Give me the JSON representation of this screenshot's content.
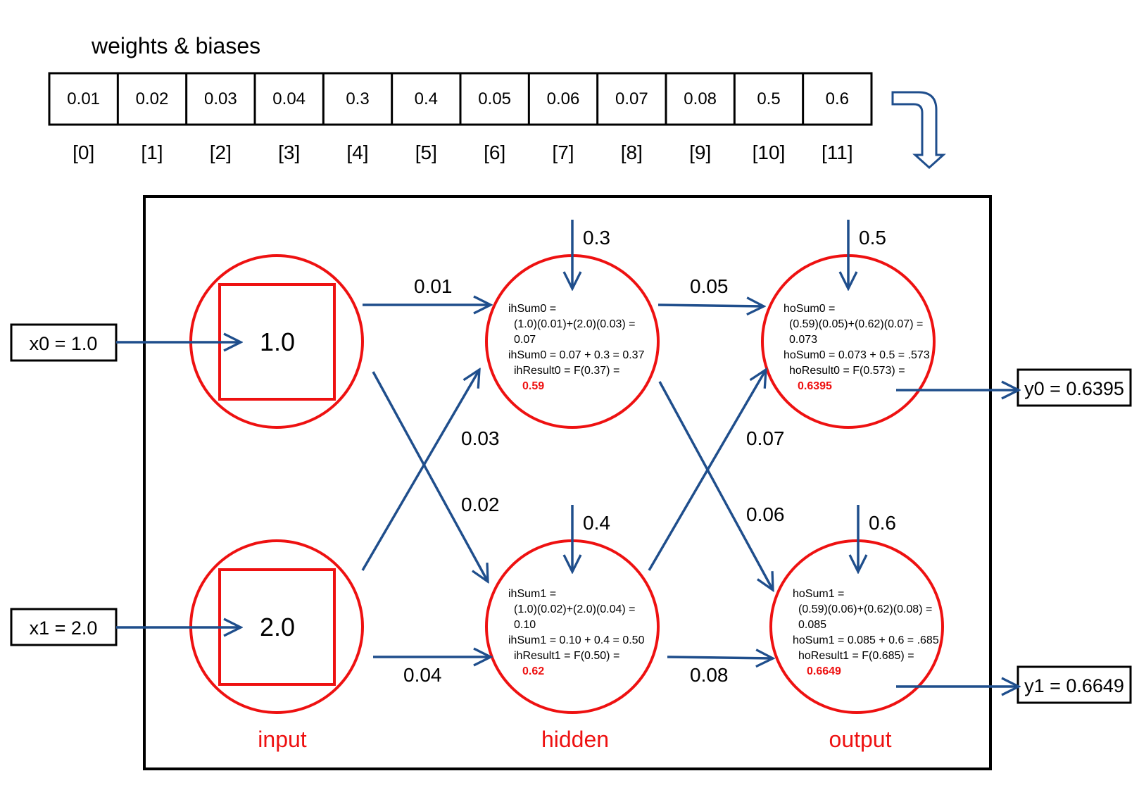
{
  "title": "weights & biases",
  "weights": [
    "0.01",
    "0.02",
    "0.03",
    "0.04",
    "0.3",
    "0.4",
    "0.05",
    "0.06",
    "0.07",
    "0.08",
    "0.5",
    "0.6"
  ],
  "indices": [
    "[0]",
    "[1]",
    "[2]",
    "[3]",
    "[4]",
    "[5]",
    "[6]",
    "[7]",
    "[8]",
    "[9]",
    "[10]",
    "[11]"
  ],
  "inputs": {
    "x0": "x0 = 1.0",
    "x1": "x1 = 2.0"
  },
  "input_values": {
    "n0": "1.0",
    "n1": "2.0"
  },
  "outputs": {
    "y0": "y0 = 0.6395",
    "y1": "y1 = 0.6649"
  },
  "weight_labels": {
    "w00": "0.01",
    "w10": "0.03",
    "w01": "0.02",
    "w11": "0.04",
    "bh0": "0.3",
    "bh1": "0.4",
    "v00": "0.05",
    "v10": "0.07",
    "v01": "0.06",
    "v11": "0.08",
    "bo0": "0.5",
    "bo1": "0.6"
  },
  "hidden0": {
    "l1": "ihSum0 =",
    "l2": "(1.0)(0.01)+(2.0)(0.03) =",
    "l3": "0.07",
    "l4": "ihSum0 = 0.07 + 0.3 = 0.37",
    "l5": "ihResult0 = F(0.37) =",
    "result": "0.59"
  },
  "hidden1": {
    "l1": "ihSum1 =",
    "l2": "(1.0)(0.02)+(2.0)(0.04) =",
    "l3": "0.10",
    "l4": "ihSum1 = 0.10 + 0.4 = 0.50",
    "l5": "ihResult1 = F(0.50) =",
    "result": "0.62"
  },
  "output0": {
    "l1": "hoSum0 =",
    "l2": "(0.59)(0.05)+(0.62)(0.07) =",
    "l3": "0.073",
    "l4": "hoSum0 = 0.073 + 0.5 = .573",
    "l5": "hoResult0 = F(0.573) =",
    "result": "0.6395"
  },
  "output1": {
    "l1": "hoSum1 =",
    "l2": "(0.59)(0.06)+(0.62)(0.08) =",
    "l3": "0.085",
    "l4": "hoSum1 = 0.085 + 0.6 = .685",
    "l5": "hoResult1 = F(0.685) =",
    "result": "0.6649"
  },
  "layers": {
    "input": "input",
    "hidden": "hidden",
    "output": "output"
  }
}
